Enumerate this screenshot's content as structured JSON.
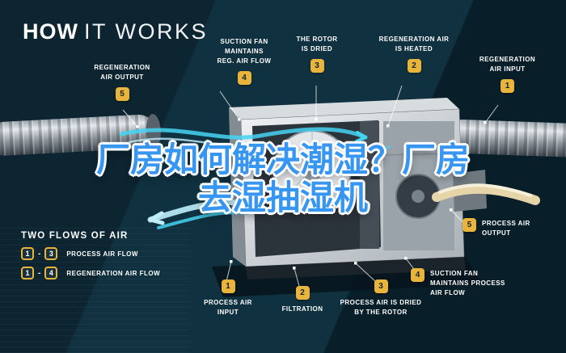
{
  "header": {
    "title_bold": "HOW",
    "title_light": "IT WORKS"
  },
  "overlay_title": {
    "line1": "厂房如何解决潮湿？厂房",
    "line2": "去湿抽湿机"
  },
  "callouts": {
    "regen_air_output": {
      "num": "5",
      "lines": [
        "REGENERATION",
        "AIR OUTPUT"
      ]
    },
    "suction_fan_reg": {
      "num": "4",
      "lines": [
        "SUCTION FAN",
        "MAINTAINS",
        "REG. AIR FLOW"
      ]
    },
    "rotor_dried": {
      "num": "3",
      "lines": [
        "THE ROTOR",
        "IS DRIED"
      ]
    },
    "regen_air_heated": {
      "num": "2",
      "lines": [
        "REGENERATION AIR",
        "IS HEATED"
      ]
    },
    "regen_air_input": {
      "num": "1",
      "lines": [
        "REGENERATION",
        "AIR INPUT"
      ]
    },
    "process_air_output": {
      "num": "5",
      "lines": [
        "PROCESS AIR",
        "OUTPUT"
      ]
    },
    "process_air_input": {
      "num": "1",
      "lines": [
        "PROCESS AIR",
        "INPUT"
      ]
    },
    "filtration": {
      "num": "2",
      "lines": [
        "FILTRATION"
      ]
    },
    "process_dried": {
      "num": "3",
      "lines": [
        "PROCESS AIR IS DRIED",
        "BY THE ROTOR"
      ]
    },
    "suction_fan_process": {
      "num": "4",
      "lines": [
        "SUCTION FAN",
        "MAINTAINS PROCESS",
        "AIR FLOW"
      ]
    }
  },
  "legend": {
    "title": "TWO FLOWS OF AIR",
    "rows": [
      {
        "start": "1",
        "end": "3",
        "dash": "-",
        "label": "PROCESS AIR FLOW"
      },
      {
        "start": "1",
        "end": "4",
        "dash": "-",
        "label": "REGENERATION AIR FLOW"
      }
    ]
  },
  "colors": {
    "background_teal": "#103140",
    "band_dark": "#081e29",
    "badge_gold": "#e9b43c",
    "badge_text": "#10222e",
    "label_white": "#ffffff",
    "title_blue": "#3796f2",
    "airflow_cyan": "#45d4f2",
    "swoosh_beige": "#e5d5a8"
  }
}
